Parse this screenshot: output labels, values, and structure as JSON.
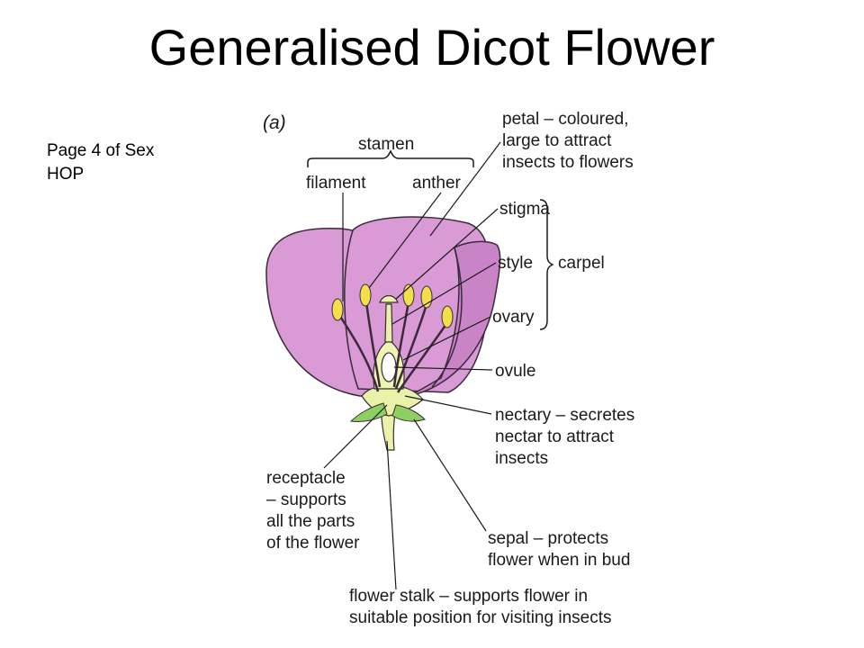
{
  "title": "Generalised Dicot Flower",
  "note": "Page 4 of Sex HOP",
  "diagram": {
    "panel_label": "(a)",
    "labels": {
      "stamen": "stamen",
      "filament": "filament",
      "anther": "anther",
      "petal_1": "petal – coloured,",
      "petal_2": "large to attract",
      "petal_3": "insects to flowers",
      "stigma": "stigma",
      "style": "style",
      "ovary": "ovary",
      "carpel": "carpel",
      "ovule": "ovule",
      "nectary_1": "nectary – secretes",
      "nectary_2": "nectar to attract",
      "nectary_3": "insects",
      "receptacle_1": "receptacle",
      "receptacle_2": "– supports",
      "receptacle_3": "all the parts",
      "receptacle_4": "of the flower",
      "sepal_1": "sepal – protects",
      "sepal_2": "flower when in bud",
      "stalk_1": "flower stalk – supports flower in",
      "stalk_2": "suitable position for visiting insects"
    },
    "colors": {
      "petal": "#d99ad6",
      "petal_dark": "#c884c6",
      "outline": "#3a2a3a",
      "stem": "#e9f2a6",
      "anther": "#f1e04a",
      "sepal": "#8fcf62",
      "ovary": "#eef5b0"
    }
  }
}
